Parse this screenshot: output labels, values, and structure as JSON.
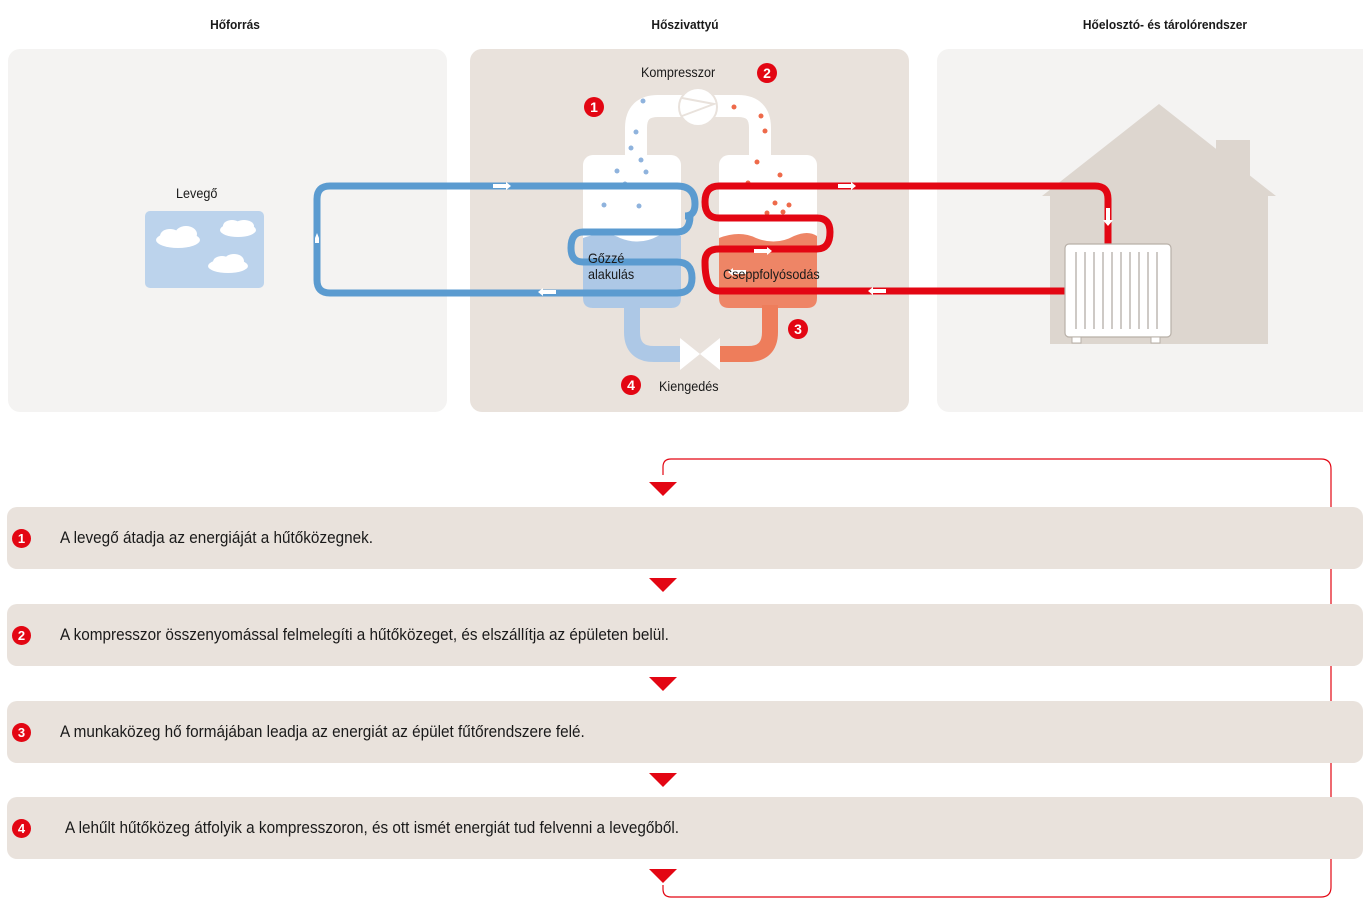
{
  "columns": {
    "source": "Hőforrás",
    "heatpump": "Hőszivattyú",
    "distribution": "Hőelosztó- és tárolórendszer"
  },
  "diagram": {
    "air_label": "Levegő",
    "compressor_label": "Kompresszor",
    "evaporation_label_line1": "Gőzzé",
    "evaporation_label_line2": "alakulás",
    "condensation_label": "Cseppfolyósodás",
    "expansion_label": "Kiengedés",
    "badge1": "1",
    "badge2": "2",
    "badge3": "3",
    "badge4": "4"
  },
  "steps": [
    {
      "num": "1",
      "text": "A levegő átadja az energiáját a hűtőközegnek."
    },
    {
      "num": "2",
      "text": "A kompresszor összenyomással felmelegíti a hűtőközeget, és elszállítja az épületen belül."
    },
    {
      "num": "3",
      "text": "A munkaközeg hő formájában leadja az energiát az épület fűtőrendszere felé."
    },
    {
      "num": "4",
      "text": "A lehűlt hűtőközeg átfolyik a kompresszoron, és ott ismét energiát tud felvenni a levegőből."
    }
  ],
  "colors": {
    "cold": "#5b9bd0",
    "hot": "#e30613",
    "warm": "#ee7d5b",
    "panel_light": "#f4f3f2",
    "panel_mid": "#e9e2dc",
    "house": "#ddd6cf"
  }
}
